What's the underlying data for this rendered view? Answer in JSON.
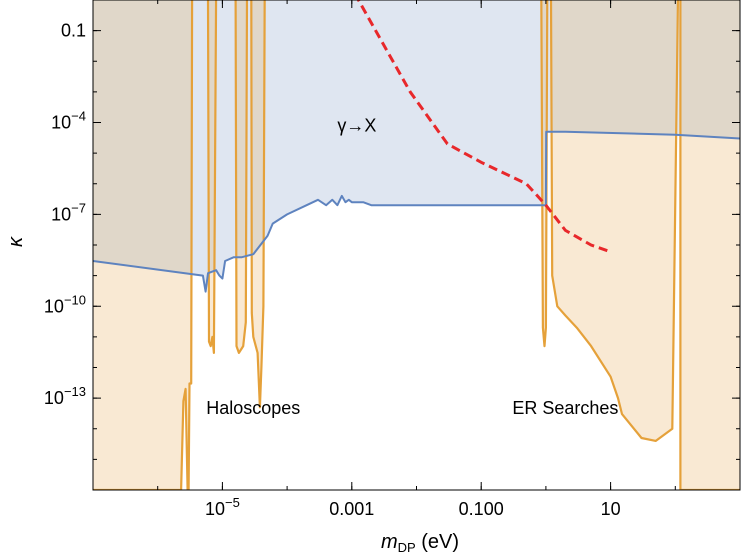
{
  "chart_data": {
    "type": "area",
    "x_scale": "log",
    "y_scale": "log",
    "xlim": [
      1e-07,
      1000
    ],
    "ylim": [
      1e-16,
      1
    ],
    "grid": false,
    "xlabel": {
      "main": "m",
      "sub": "DP",
      "unit": " (eV)"
    },
    "ylabel": "κ",
    "x_ticks": [
      {
        "value": 1e-05,
        "label_base": "10",
        "label_exp": "−5"
      },
      {
        "value": 0.001,
        "label": "0.001"
      },
      {
        "value": 0.1,
        "label": "0.100"
      },
      {
        "value": 10,
        "label": "10"
      }
    ],
    "y_ticks": [
      {
        "value": 0.1,
        "label": "0.1"
      },
      {
        "value": 0.0001,
        "label_base": "10",
        "label_exp": "−4"
      },
      {
        "value": 1e-07,
        "label_base": "10",
        "label_exp": "−7"
      },
      {
        "value": 1e-10,
        "label_base": "10",
        "label_exp": "−10"
      },
      {
        "value": 1e-13,
        "label_base": "10",
        "label_exp": "−13"
      }
    ],
    "annotations": [
      {
        "text": "γ→X",
        "x": 0.0012,
        "y": 5e-05
      },
      {
        "text": "Haloscopes",
        "x": 3e-05,
        "y": 3e-14
      },
      {
        "text": "ER Searches",
        "x": 2.0,
        "y": 3e-14
      }
    ],
    "colors": {
      "orange_line": "#e5a13a",
      "orange_fill": "#f9e9d3",
      "blue_line": "#5e83bf",
      "blue_fill": "#dfe6f1",
      "overlap_fill": "#e0d7c9",
      "red_dashed": "#e8282b"
    },
    "series": [
      {
        "kind": "orange_bound",
        "points": [
          [
            1e-07,
            1e-16
          ],
          [
            2e-06,
            1e-16
          ],
          [
            2.3e-06,
            1e-16
          ],
          [
            2.5e-06,
            8e-14
          ],
          [
            2.7e-06,
            2e-13
          ],
          [
            2.9e-06,
            1e-16
          ],
          [
            3e-06,
            1e-16
          ],
          [
            3.1e-06,
            3e-13
          ],
          [
            3.3e-06,
            3e-13
          ],
          [
            3.4e-06,
            1.5
          ],
          [
            6e-06,
            1.5
          ],
          [
            6.2e-06,
            7e-12
          ],
          [
            6.6e-06,
            5e-12
          ],
          [
            7e-06,
            1e-11
          ],
          [
            7.4e-06,
            3e-12
          ],
          [
            8e-06,
            1.5
          ],
          [
            1.6e-05,
            1.5
          ],
          [
            1.65e-05,
            5e-12
          ],
          [
            1.8e-05,
            3e-12
          ],
          [
            2.1e-05,
            5e-12
          ],
          [
            2.3e-05,
            3e-11
          ],
          [
            2.4e-05,
            1.5
          ],
          [
            2.8e-05,
            1.5
          ],
          [
            2.85e-05,
            6e-11
          ],
          [
            3e-05,
            1e-11
          ],
          [
            3.5e-05,
            3e-12
          ],
          [
            3.8e-05,
            5e-14
          ],
          [
            4e-05,
            1e-12
          ],
          [
            4.3e-05,
            1e-10
          ],
          [
            4.5e-05,
            1.5
          ],
          [
            0.1,
            1.5
          ],
          [
            0.85,
            1.5
          ],
          [
            0.9,
            2e-11
          ],
          [
            0.95,
            5e-12
          ],
          [
            1.0,
            2e-11
          ],
          [
            1.05,
            1.5
          ],
          [
            1.2,
            1.5
          ],
          [
            1.25,
            1e-09
          ],
          [
            1.5,
            1e-10
          ],
          [
            2,
            5e-11
          ],
          [
            3,
            2e-11
          ],
          [
            5,
            5e-12
          ],
          [
            10,
            5e-13
          ],
          [
            13,
            1e-13
          ],
          [
            15,
            3e-14
          ],
          [
            30,
            5e-15
          ],
          [
            50,
            4e-15
          ],
          [
            90,
            1e-14
          ],
          [
            110,
            1.5
          ],
          [
            120,
            1.5
          ],
          [
            120,
            1e-16
          ],
          [
            1000,
            1e-16
          ]
        ]
      },
      {
        "kind": "blue_bound",
        "points": [
          [
            1e-07,
            3e-09
          ],
          [
            5e-06,
            1e-09
          ],
          [
            5.5e-06,
            3e-10
          ],
          [
            6e-06,
            1.2e-09
          ],
          [
            8e-06,
            1.5e-09
          ],
          [
            9e-06,
            1e-09
          ],
          [
            1e-05,
            8e-10
          ],
          [
            1.1e-05,
            3e-09
          ],
          [
            1.5e-05,
            4e-09
          ],
          [
            2e-05,
            4e-09
          ],
          [
            3e-05,
            5e-09
          ],
          [
            5e-05,
            2e-08
          ],
          [
            6e-05,
            5e-08
          ],
          [
            0.0001,
            1e-07
          ],
          [
            0.0002,
            2e-07
          ],
          [
            0.0003,
            3e-07
          ],
          [
            0.0004,
            2e-07
          ],
          [
            0.0005,
            3e-07
          ],
          [
            0.0006,
            2e-07
          ],
          [
            0.0007,
            4e-07
          ],
          [
            0.0008,
            2.5e-07
          ],
          [
            0.0009,
            3e-07
          ],
          [
            0.001,
            2.5e-07
          ],
          [
            0.0015,
            2.5e-07
          ],
          [
            0.002,
            2e-07
          ],
          [
            0.5,
            2e-07
          ],
          [
            1.0,
            2e-07
          ],
          [
            1.01,
            5e-05
          ],
          [
            1.2,
            5e-05
          ],
          [
            2.0,
            5e-05
          ],
          [
            100,
            4e-05
          ],
          [
            1000,
            3e-05
          ]
        ]
      },
      {
        "kind": "red_dashed",
        "points": [
          [
            0.0002,
            1000
          ],
          [
            0.008,
            0.001
          ],
          [
            0.03,
            2e-05
          ],
          [
            0.1,
            5e-06
          ],
          [
            0.5,
            1e-06
          ],
          [
            1.0,
            2e-07
          ],
          [
            2.0,
            3e-08
          ],
          [
            5.0,
            1e-08
          ],
          [
            10.0,
            6e-09
          ]
        ]
      }
    ]
  }
}
